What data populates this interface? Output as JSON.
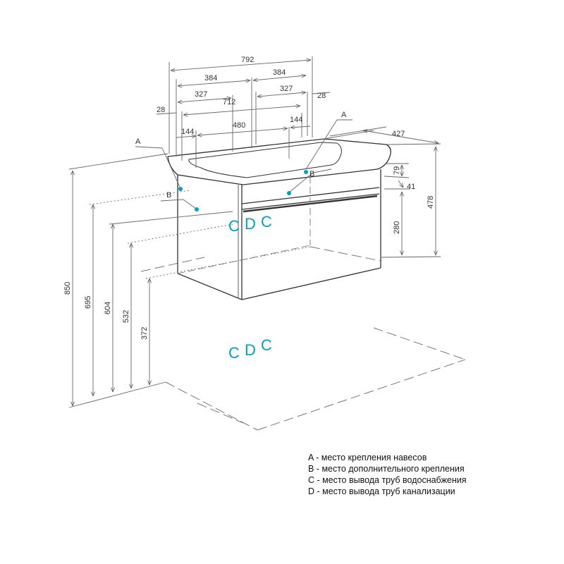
{
  "dimensions": {
    "total_width": "792",
    "half_left": "384",
    "half_right": "384",
    "bracket_left": "327",
    "bracket_right": "327",
    "edge_offset_left": "28",
    "edge_offset_right": "28",
    "inner_width": "712",
    "side_left": "144",
    "side_right": "144",
    "center_span": "480",
    "depth": "427",
    "height_total": "850",
    "height_b": "695",
    "height_a": "604",
    "height_c": "532",
    "height_d": "372",
    "top_to_a": "79",
    "a_offset": "41",
    "a_to_bottom": "280",
    "cabinet_height": "478"
  },
  "points": {
    "a_left": "A",
    "b_left": "B",
    "a_right": "A",
    "b_right": "B",
    "c1": "C",
    "d1": "D",
    "c2": "C",
    "c3": "C",
    "d2": "D",
    "c4": "C"
  },
  "legend": {
    "a": "A - место крепления навесов",
    "b": "B - место дополнительного крепления",
    "c": "C - место вывода труб водоснабжения",
    "d": "D - место вывода труб канализации"
  },
  "colors": {
    "accent": "#00a0c6",
    "line": "#333333",
    "dim_line": "#666666"
  }
}
